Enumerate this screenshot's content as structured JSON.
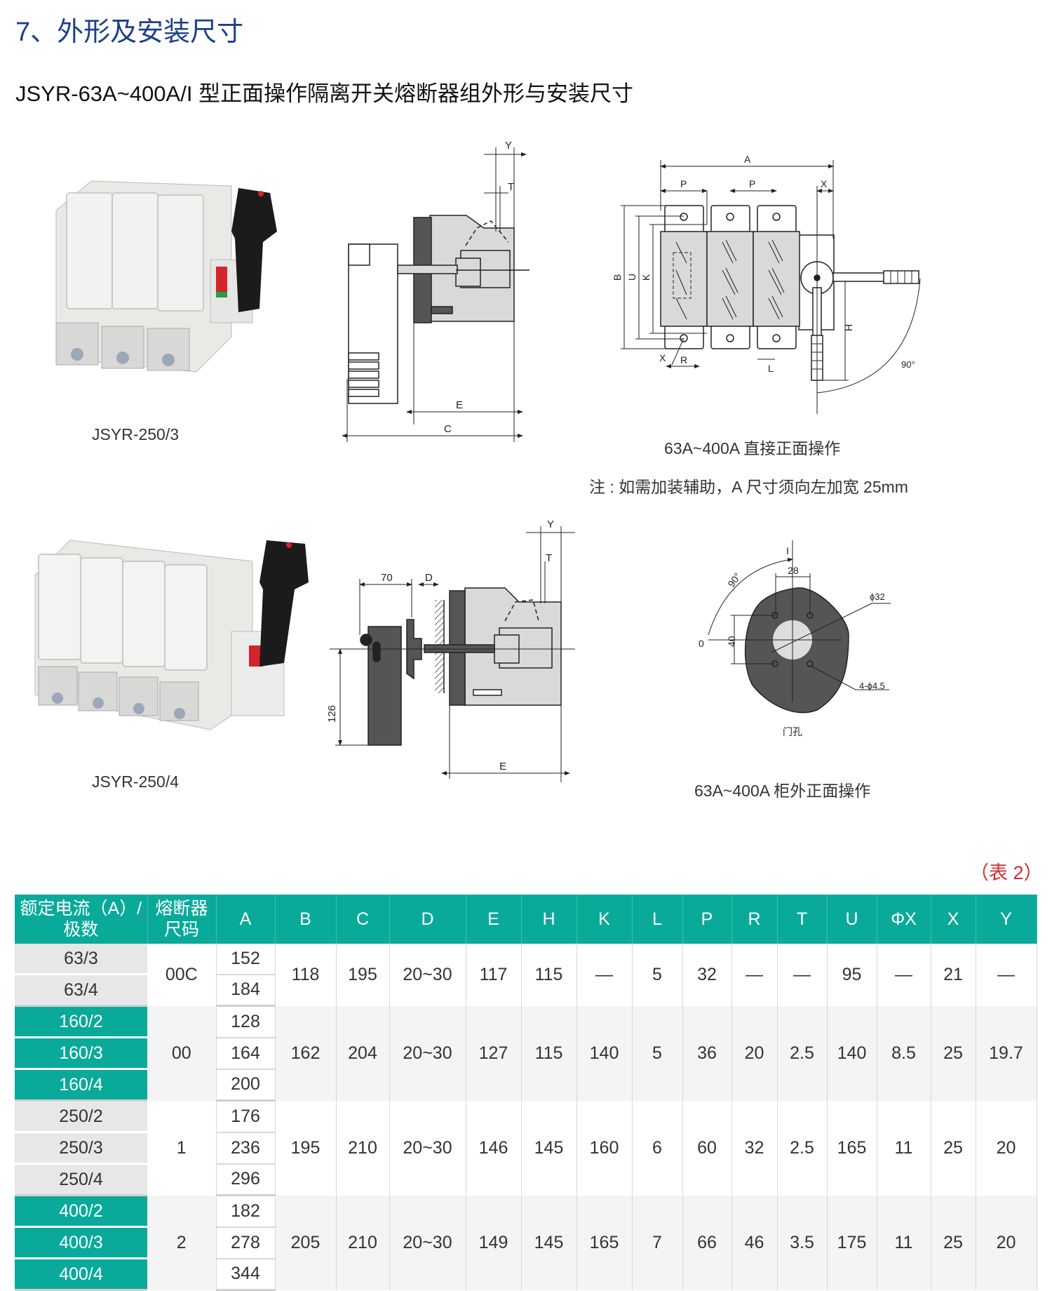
{
  "section_title": "7、外形及安装尺寸",
  "subtitle": "JSYR-63A~400A/I 型正面操作隔离开关熔断器组外形与安装尺寸",
  "photo1_label": "JSYR-250/3",
  "photo2_label": "JSYR-250/4",
  "diagram1": {
    "side_labels": {
      "Y": "Y",
      "T": "T",
      "E": "E",
      "C": "C"
    },
    "front_labels": {
      "A": "A",
      "P1": "P",
      "P2": "P",
      "X_top": "X",
      "B": "B",
      "U": "U",
      "K": "K",
      "X_bottom": "X",
      "R": "R",
      "L": "L",
      "H": "H",
      "angle": "90°"
    },
    "caption": "63A~400A 直接正面操作",
    "note": "注 : 如需加装辅助，A 尺寸须向左加宽 25mm"
  },
  "diagram2": {
    "side_labels": {
      "Y": "Y",
      "T": "T",
      "dim70": "70",
      "D": "D",
      "dim126": "126",
      "E": "E"
    },
    "door_labels": {
      "I": "I",
      "O": "0",
      "dim28": "28",
      "phi32": "ϕ32",
      "dim40": "40",
      "angle": "90°",
      "holes": "4-ϕ4.5",
      "door_hole": "门孔"
    },
    "caption": "63A~400A 柜外正面操作"
  },
  "table_note": "（表 2）",
  "table": {
    "headers": [
      "额定电流（A）/极数",
      "熔断器尺码",
      "A",
      "B",
      "C",
      "D",
      "E",
      "H",
      "K",
      "L",
      "P",
      "R",
      "T",
      "U",
      "ΦX",
      "X",
      "Y"
    ],
    "groups": [
      {
        "rated": [
          "63/3",
          "63/4"
        ],
        "fuse": "00C",
        "A": [
          "152",
          "184"
        ],
        "values": [
          "118",
          "195",
          "20~30",
          "117",
          "115",
          "—",
          "5",
          "32",
          "—",
          "—",
          "95",
          "—",
          "21",
          "—"
        ]
      },
      {
        "rated": [
          "160/2",
          "160/3",
          "160/4"
        ],
        "fuse": "00",
        "A": [
          "128",
          "164",
          "200"
        ],
        "values": [
          "162",
          "204",
          "20~30",
          "127",
          "115",
          "140",
          "5",
          "36",
          "20",
          "2.5",
          "140",
          "8.5",
          "25",
          "19.7"
        ]
      },
      {
        "rated": [
          "250/2",
          "250/3",
          "250/4"
        ],
        "fuse": "1",
        "A": [
          "176",
          "236",
          "296"
        ],
        "values": [
          "195",
          "210",
          "20~30",
          "146",
          "145",
          "160",
          "6",
          "60",
          "32",
          "2.5",
          "165",
          "11",
          "25",
          "20"
        ]
      },
      {
        "rated": [
          "400/2",
          "400/3",
          "400/4"
        ],
        "fuse": "2",
        "A": [
          "182",
          "278",
          "344"
        ],
        "values": [
          "205",
          "210",
          "20~30",
          "149",
          "145",
          "165",
          "7",
          "66",
          "46",
          "3.5",
          "175",
          "11",
          "25",
          "20"
        ]
      }
    ]
  },
  "colors": {
    "title": "#1d3f8c",
    "teal": "#0aaa9a",
    "note_red": "#d42a2f"
  }
}
